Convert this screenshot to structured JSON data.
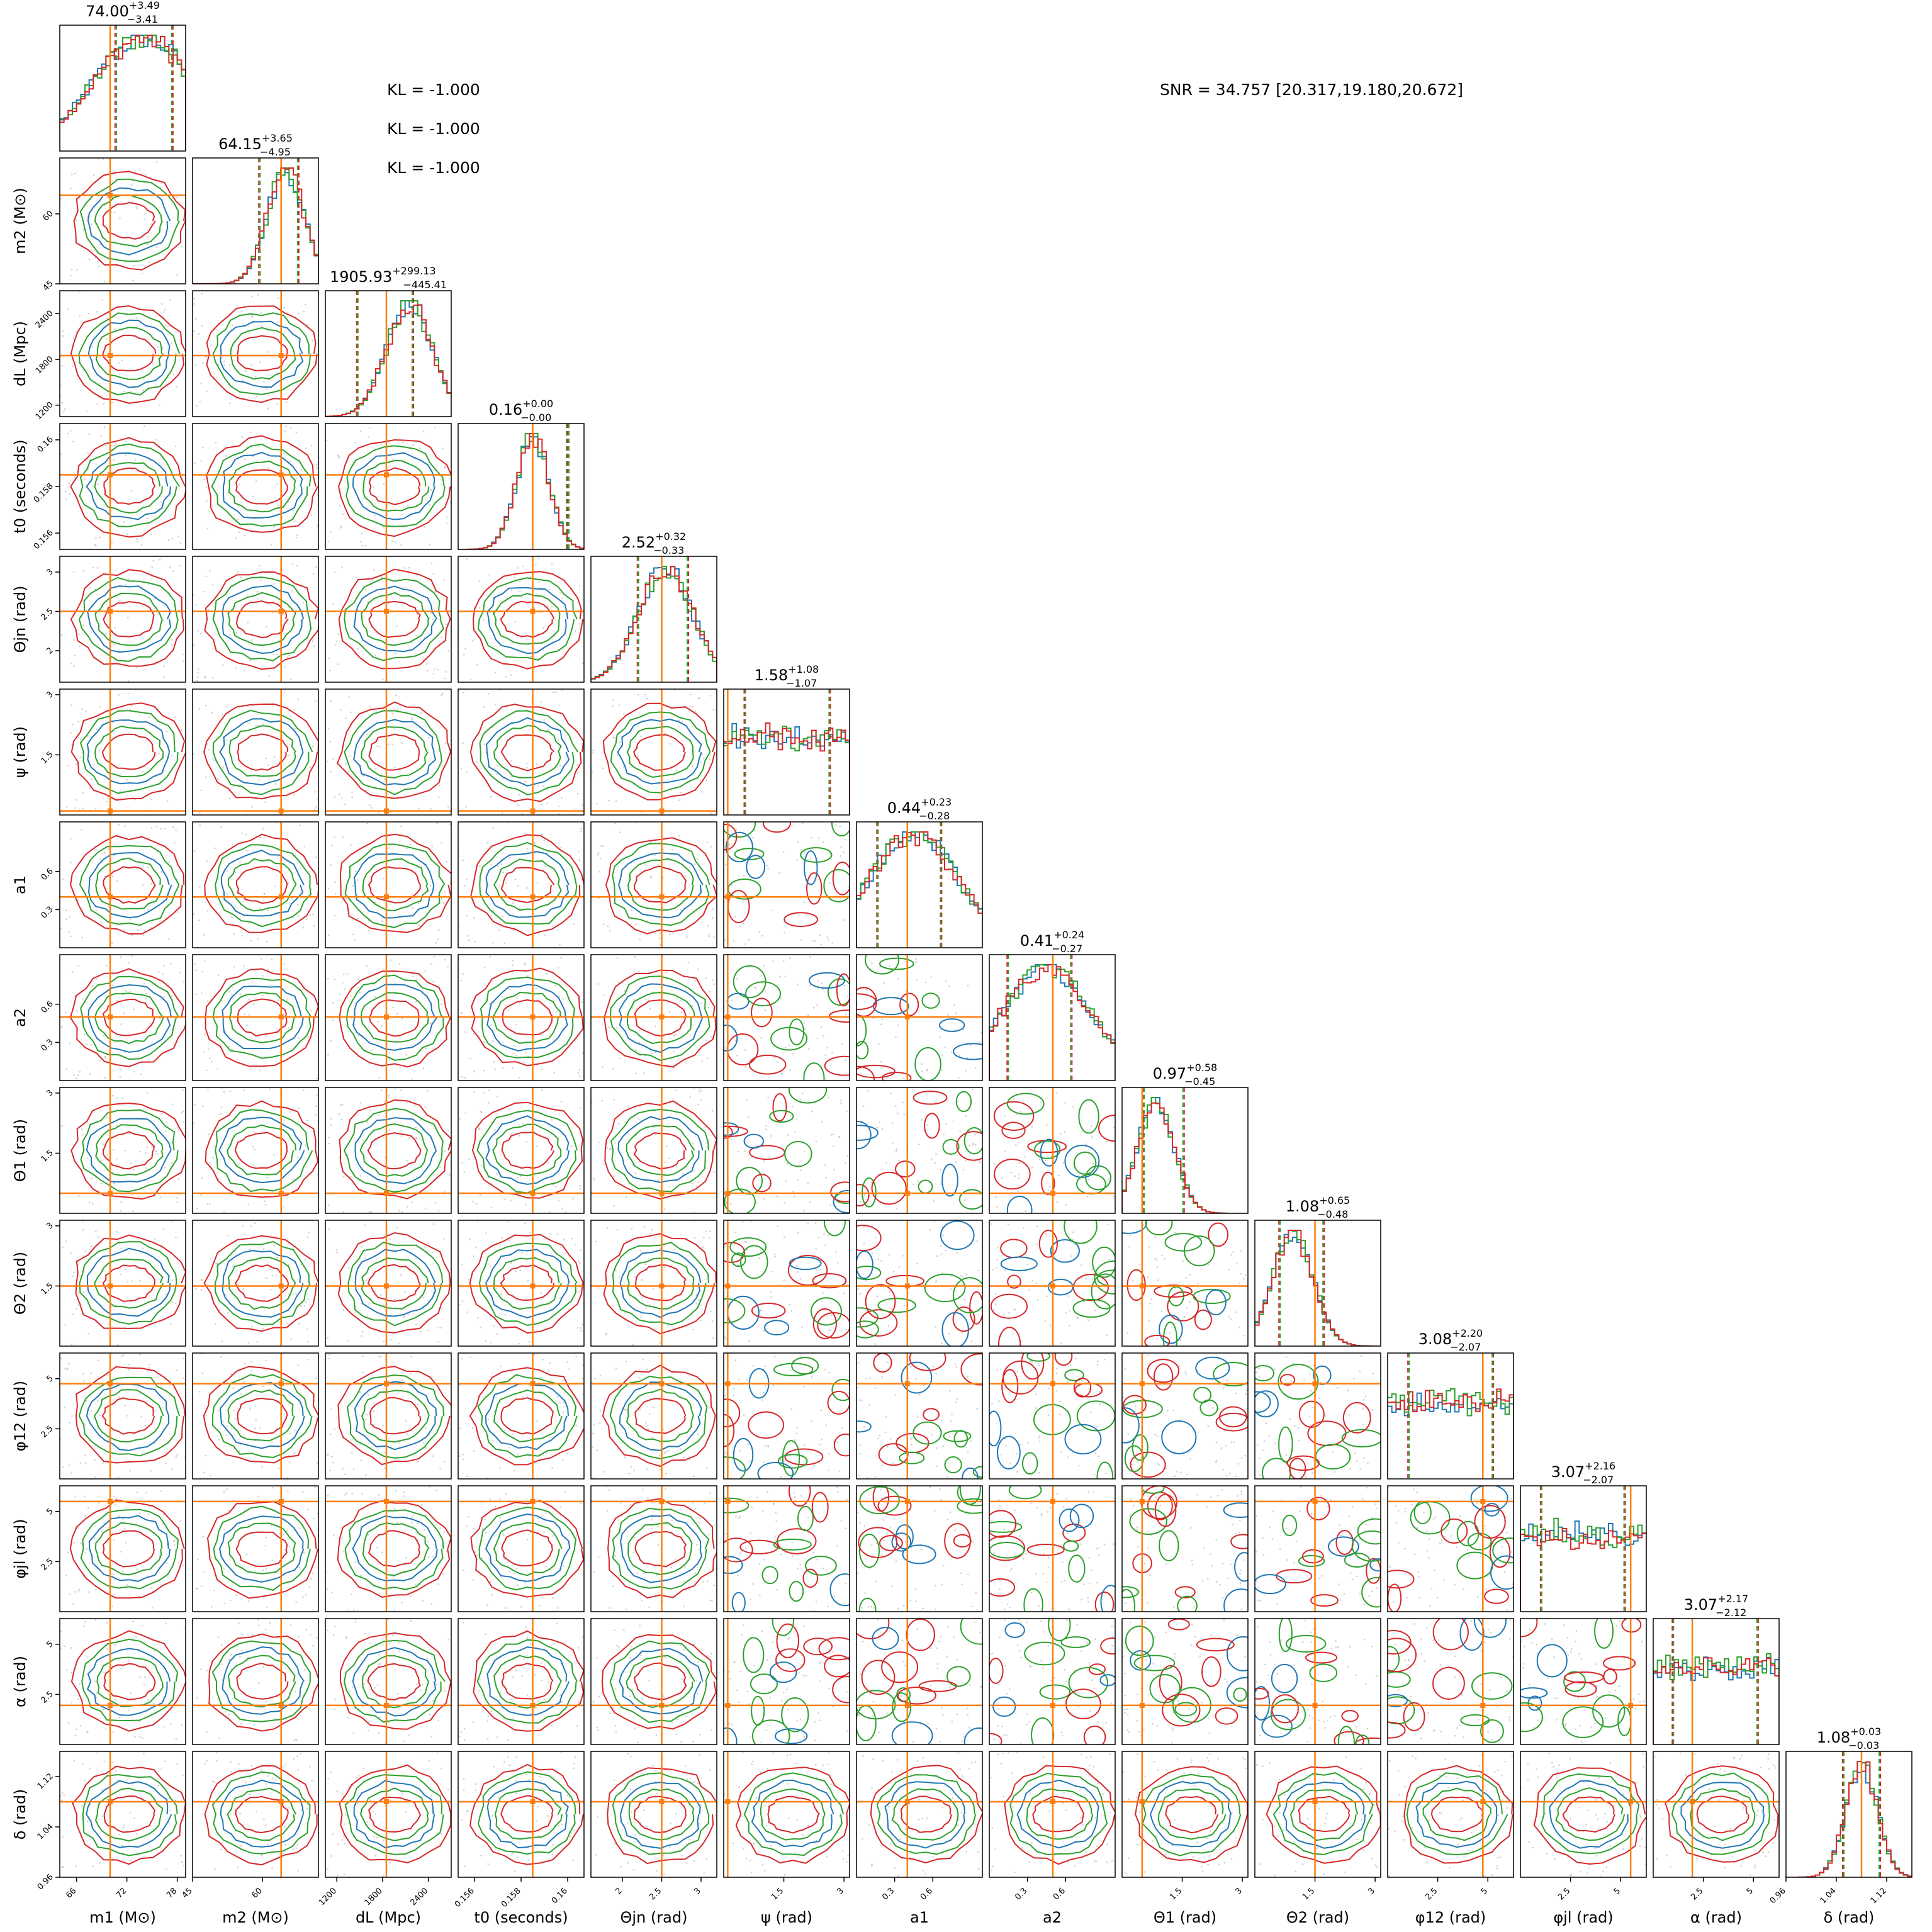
{
  "kl_labels": [
    "KL = -1.000",
    "KL = -1.000",
    "KL = -1.000"
  ],
  "snr_label": "SNR = 34.757 [20.317,19.180,20.672]",
  "chart_data": {
    "type": "corner",
    "colors": {
      "blue": "#1f77b4",
      "orange": "#ff7f0e",
      "green": "#2ca02c",
      "red": "#d62728"
    },
    "parameters": [
      {
        "label": "m1 (M⊙)",
        "latex": "$m_1\\,(\\mathrm{M}_\\odot)$",
        "range": [
          64,
          79
        ],
        "ticks": [
          66,
          72,
          78
        ],
        "truth": 70.0,
        "title": {
          "median": "74.00",
          "plus": "+3.49",
          "minus": "−3.41"
        },
        "hist_peak": 74,
        "hist_width": 6
      },
      {
        "label": "m2 (M⊙)",
        "latex": "$m_2\\,(\\mathrm{M}_\\odot)$",
        "range": [
          45,
          72
        ],
        "ticks": [
          45,
          60
        ],
        "truth": 64.0,
        "title": {
          "median": "64.15",
          "plus": "+3.65",
          "minus": "−4.95"
        },
        "hist_peak": 65,
        "hist_width": 4
      },
      {
        "label": "dL (Mpc)",
        "latex": "$d_L\\,(\\mathrm{Mpc})$",
        "range": [
          1050,
          2700
        ],
        "ticks": [
          1200,
          1800,
          2400
        ],
        "truth": 1850,
        "title": {
          "median": "1905.93",
          "plus": "+299.13",
          "minus": "−445.41"
        },
        "hist_peak": 2150,
        "hist_width": 300
      },
      {
        "label": "t0 (seconds)",
        "latex": "$t_0\\,(\\mathrm{seconds})$",
        "range": [
          0.1553,
          0.1607
        ],
        "ticks": [
          0.156,
          0.158,
          0.16
        ],
        "truth": 0.1585,
        "title": {
          "median": "0.16",
          "plus": "+0.00",
          "minus": "−0.00"
        },
        "hist_peak": 0.1585,
        "hist_width": 0.0007
      },
      {
        "label": "Θjn (rad)",
        "latex": "$\\Theta_{jn}\\,(\\mathrm{rad})$",
        "range": [
          1.6,
          3.2
        ],
        "ticks": [
          2.0,
          2.5,
          3.0
        ],
        "truth": 2.5,
        "title": {
          "median": "2.52",
          "plus": "+0.32",
          "minus": "−0.33"
        },
        "hist_peak": 2.55,
        "hist_width": 0.35
      },
      {
        "label": "ψ (rad)",
        "latex": "$\\psi\\,(\\mathrm{rad})$",
        "range": [
          0,
          3.14
        ],
        "ticks": [
          1.5,
          3.0
        ],
        "truth": 0.1,
        "title": {
          "median": "1.58",
          "plus": "+1.08",
          "minus": "−1.07"
        },
        "hist_peak": null,
        "hist_width": null
      },
      {
        "label": "a1",
        "latex": "$a_1$",
        "range": [
          0,
          0.99
        ],
        "ticks": [
          0.3,
          0.6
        ],
        "truth": 0.4,
        "title": {
          "median": "0.44",
          "plus": "+0.23",
          "minus": "−0.28"
        },
        "hist_peak": 0.45,
        "hist_width": 0.35
      },
      {
        "label": "a2",
        "latex": "$a_2$",
        "range": [
          0,
          0.99
        ],
        "ticks": [
          0.3,
          0.6
        ],
        "truth": 0.5,
        "title": {
          "median": "0.41",
          "plus": "+0.24",
          "minus": "−0.27"
        },
        "hist_peak": 0.45,
        "hist_width": 0.35
      },
      {
        "label": "Θ1 (rad)",
        "latex": "$\\Theta_1\\,(\\mathrm{rad})$",
        "range": [
          0,
          3.14
        ],
        "ticks": [
          1.5,
          3.0
        ],
        "truth": 0.5,
        "title": {
          "median": "0.97",
          "plus": "+0.58",
          "minus": "−0.45"
        },
        "hist_peak": 0.85,
        "hist_width": 0.45
      },
      {
        "label": "Θ2 (rad)",
        "latex": "$\\Theta_2\\,(\\mathrm{rad})$",
        "range": [
          0,
          3.14
        ],
        "ticks": [
          1.5,
          3.0
        ],
        "truth": 1.5,
        "title": {
          "median": "1.08",
          "plus": "+0.65",
          "minus": "−0.48"
        },
        "hist_peak": 0.95,
        "hist_width": 0.5
      },
      {
        "label": "φ12 (rad)",
        "latex": "$\\phi_{12}\\,(\\mathrm{rad})$",
        "range": [
          0,
          6.28
        ],
        "ticks": [
          2.5,
          5.0
        ],
        "truth": 4.75,
        "title": {
          "median": "3.08",
          "plus": "+2.20",
          "minus": "−2.07"
        },
        "hist_peak": null,
        "hist_width": null
      },
      {
        "label": "φjl (rad)",
        "latex": "$\\phi_{jl}\\,(\\mathrm{rad})$",
        "range": [
          0,
          6.28
        ],
        "ticks": [
          2.5,
          5.0
        ],
        "truth": 5.5,
        "title": {
          "median": "3.07",
          "plus": "+2.16",
          "minus": "−2.07"
        },
        "hist_peak": null,
        "hist_width": null
      },
      {
        "label": "α (rad)",
        "latex": "$\\alpha\\,(\\mathrm{rad})$",
        "range": [
          0,
          6.28
        ],
        "ticks": [
          2.5,
          5.0
        ],
        "truth": 1.95,
        "title": {
          "median": "3.07",
          "plus": "+2.17",
          "minus": "−2.12"
        },
        "hist_peak": null,
        "hist_width": null
      },
      {
        "label": "δ (rad)",
        "latex": "$\\delta\\,(\\mathrm{rad})$",
        "range": [
          0.96,
          1.16
        ],
        "ticks": [
          0.96,
          1.04,
          1.12
        ],
        "truth": 1.08,
        "title": {
          "median": "1.08",
          "plus": "+0.03",
          "minus": "−0.03"
        },
        "hist_peak": 1.08,
        "hist_width": 0.025
      }
    ]
  }
}
